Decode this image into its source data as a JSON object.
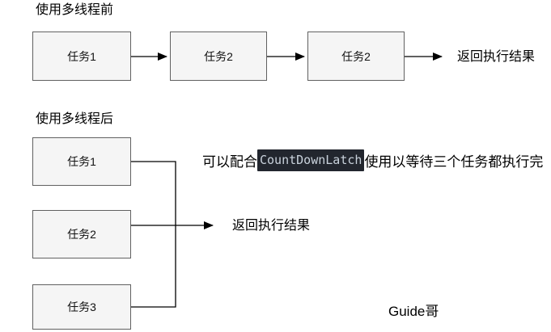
{
  "colors": {
    "page_bg": "#ffffff",
    "box_fill": "#f5f5f5",
    "box_border": "#616161",
    "line": "#000000",
    "text": "#000000",
    "code_bg": "#22262e",
    "code_text": "#c9d2dc"
  },
  "before": {
    "title": "使用多线程前",
    "boxes": [
      {
        "label": "任务1"
      },
      {
        "label": "任务2"
      },
      {
        "label": "任务2"
      }
    ],
    "result_label": "返回执行结果"
  },
  "after": {
    "title": "使用多线程后",
    "boxes": [
      {
        "label": "任务1"
      },
      {
        "label": "任务2"
      },
      {
        "label": "任务3"
      }
    ],
    "result_label": "返回执行结果",
    "note": {
      "before_code": "可以配合",
      "code": "CountDownLatch",
      "after_code": "使用以等待三个任务都执行完"
    }
  },
  "watermark": "Guide哥"
}
